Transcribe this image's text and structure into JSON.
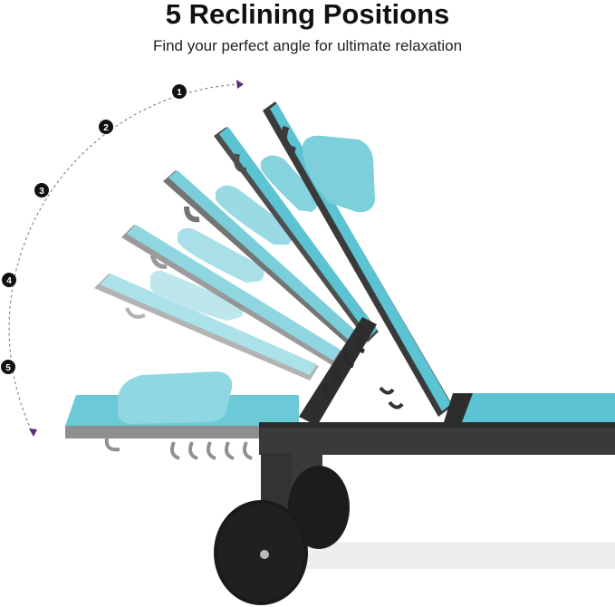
{
  "header": {
    "title": "5 Reclining Positions",
    "subtitle": "Find your perfect angle for ultimate relaxation"
  },
  "positions": [
    "1",
    "2",
    "3",
    "4",
    "5"
  ],
  "colors": {
    "fabric": "#5cc3d2",
    "fabric_light": "#8fd7e2",
    "frame": "#3a3a3a",
    "frame_light": "#8f8f8f",
    "wheel": "#1c1c1c",
    "arc": "#8a8a8a",
    "arrow": "#5a2a7a",
    "badge": "#111111"
  },
  "icons": {
    "arrow": "arrow-head-icon",
    "badge": "number-badge-icon",
    "wheel": "wheel-icon",
    "pillow": "pillow-icon"
  }
}
